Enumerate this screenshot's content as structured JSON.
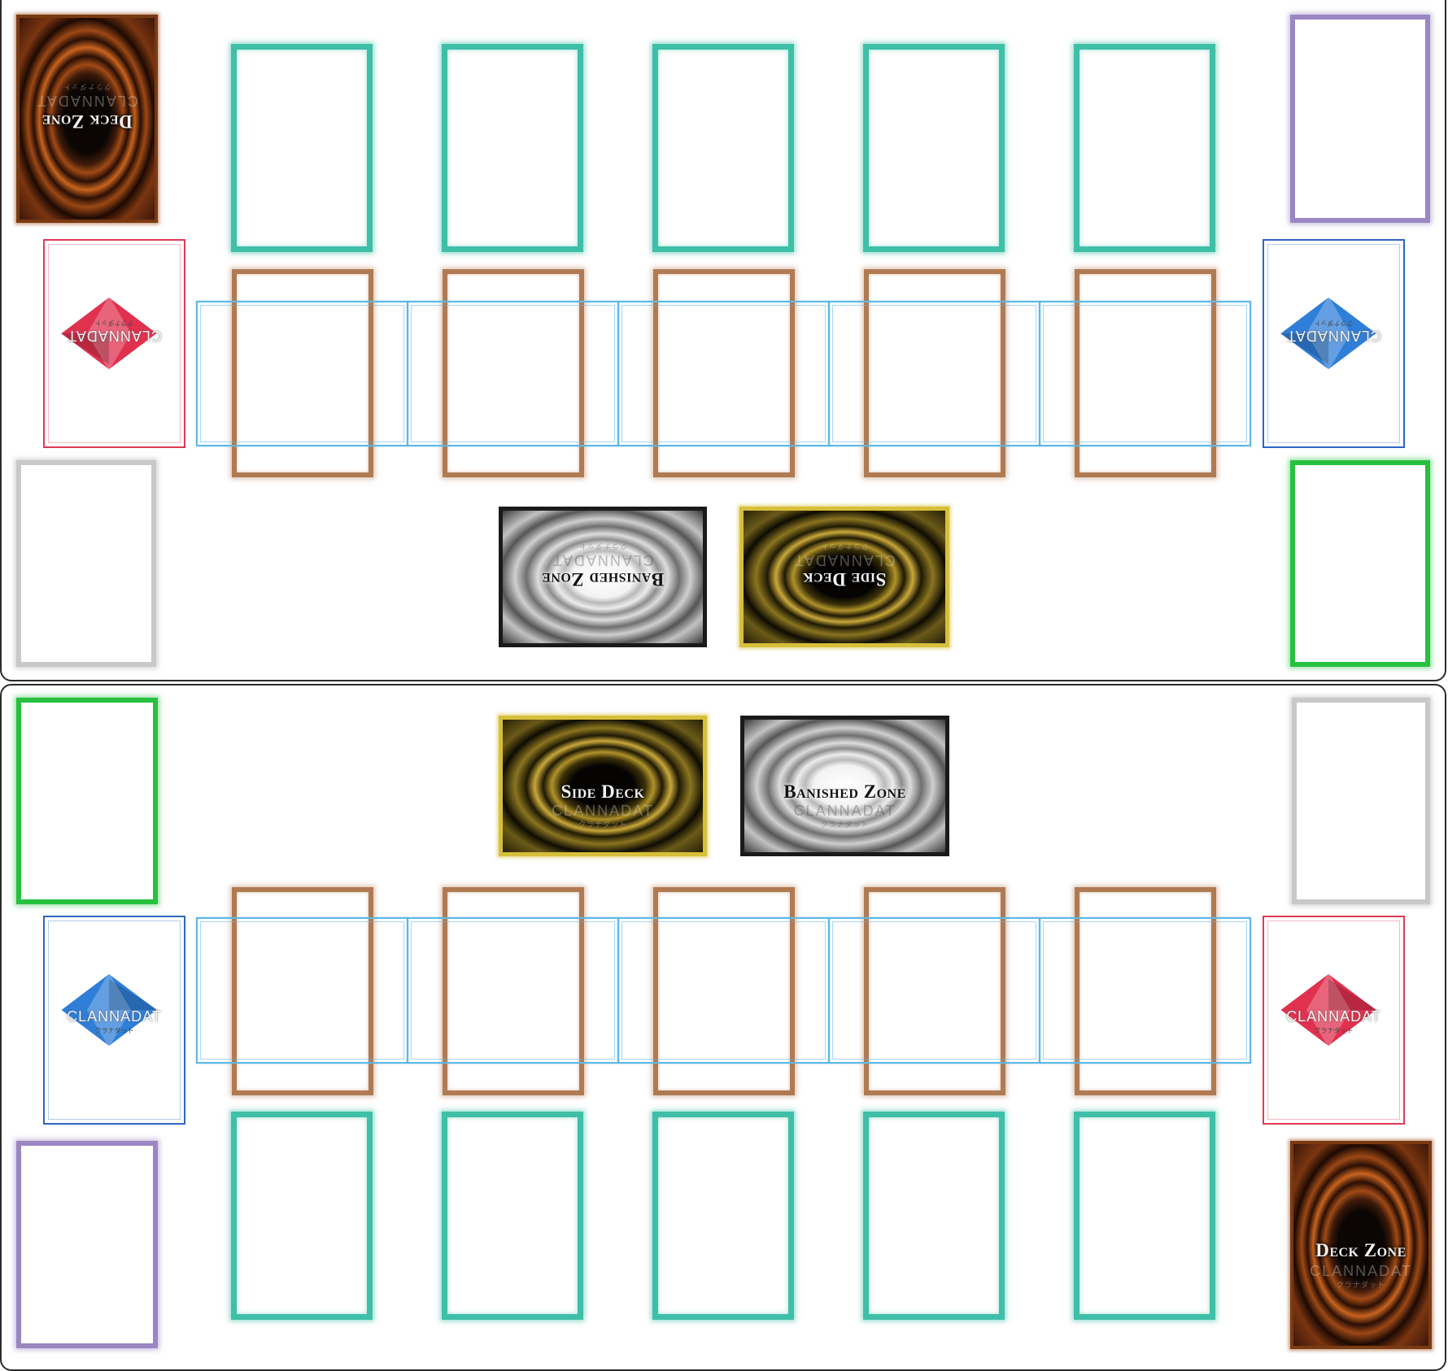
{
  "board": {
    "top_player": {
      "deck_zone": {
        "title": "Deck Zone",
        "brand": "CLANNADAT",
        "brand_sub": "クラナダット"
      },
      "banished_zone": {
        "title": "Banished Zone",
        "brand": "CLANNADAT",
        "brand_sub": "クラナダット"
      },
      "side_deck": {
        "title": "Side Deck",
        "brand": "CLANNADAT",
        "brand_sub": "クラナダット"
      },
      "pendulum_left": {
        "brand": "CLANNADAT",
        "brand_sub": "クラナダット",
        "gem_color": "#e0314f"
      },
      "pendulum_right": {
        "brand": "CLANNADAT",
        "brand_sub": "クラナダット",
        "gem_color": "#2f7fd8"
      }
    },
    "bottom_player": {
      "deck_zone": {
        "title": "Deck Zone",
        "brand": "CLANNADAT",
        "brand_sub": "クラナダット"
      },
      "banished_zone": {
        "title": "Banished Zone",
        "brand": "CLANNADAT",
        "brand_sub": "クラナダット"
      },
      "side_deck": {
        "title": "Side Deck",
        "brand": "CLANNADAT",
        "brand_sub": "クラナダット"
      },
      "pendulum_left": {
        "brand": "CLANNADAT",
        "brand_sub": "クラナダット",
        "gem_color": "#2f7fd8"
      },
      "pendulum_right": {
        "brand": "CLANNADAT",
        "brand_sub": "クラナダット",
        "gem_color": "#e0314f"
      }
    },
    "zone_colors": {
      "monster_zone": "#3fbfa7",
      "spell_trap_zone": "#b07a52",
      "extra_monster_zone": "#5cb8e6",
      "graveyard": "#c9c9c9",
      "field_zone": "#27c03f",
      "extra_deck": "#9b86c2",
      "deck_zone": "#7a3a12",
      "side_deck": "#d6bf3a",
      "banished_zone": "#1a1a1a"
    }
  }
}
